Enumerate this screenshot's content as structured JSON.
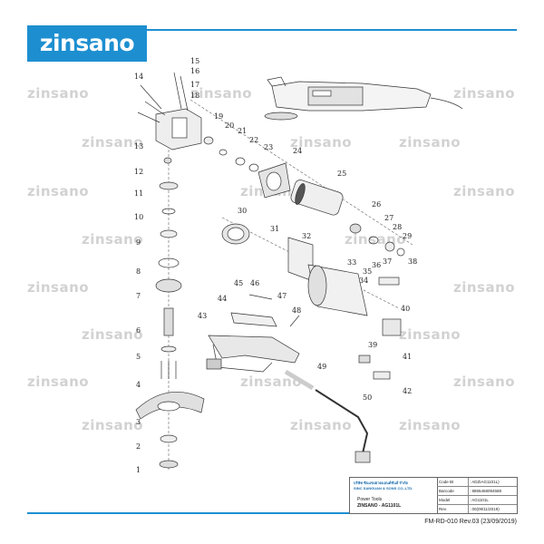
{
  "brand": {
    "logo_text": "zinsano",
    "watermark": "zinsano",
    "color": "#1d8fd0"
  },
  "part_numbers": [
    "1",
    "2",
    "3",
    "4",
    "5",
    "6",
    "7",
    "8",
    "9",
    "10",
    "11",
    "12",
    "13",
    "14",
    "15",
    "16",
    "17",
    "18",
    "19",
    "20",
    "21",
    "22",
    "23",
    "24",
    "25",
    "26",
    "27",
    "28",
    "29",
    "30",
    "31",
    "32",
    "33",
    "34",
    "35",
    "36",
    "37",
    "38",
    "39",
    "40",
    "41",
    "42",
    "43",
    "44",
    "45",
    "46",
    "47",
    "48",
    "49",
    "50"
  ],
  "title_block": {
    "company_th": "บริษัท ซินแซงฮวดแอนด์ซันส์ จำกัด",
    "company_en": "SINC SANGUAN & SONS CO.,LTD.",
    "category": "Power Tools",
    "product": "ZINSANO - AG1101L",
    "rows": [
      {
        "key": "Code BI",
        "value": ": ADZIAG1101L)"
      },
      {
        "key": "Barcode",
        "value": ": 8855468094588"
      },
      {
        "key": "Model",
        "value": ": AG1101L"
      },
      {
        "key": "Rev.",
        "value": ": 00(09/11/2019)"
      }
    ]
  },
  "footer": "FM-RD-010 Rev.03 (23/09/2019)"
}
